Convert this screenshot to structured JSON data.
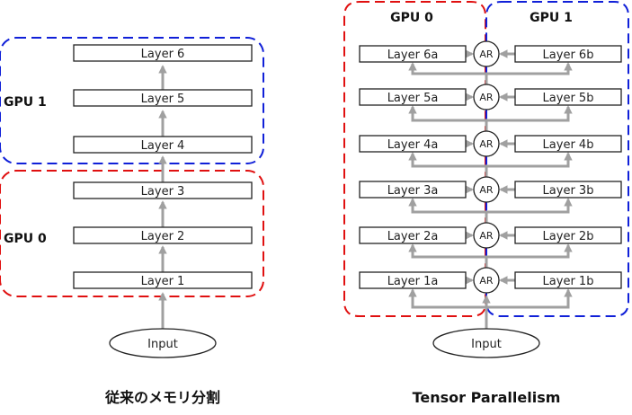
{
  "pipeline": {
    "layers": [
      "Layer 1",
      "Layer 2",
      "Layer 3",
      "Layer 4",
      "Layer 5",
      "Layer 6"
    ],
    "gpu_top": "GPU 1",
    "gpu_bottom": "GPU 0",
    "input": "Input",
    "caption": "従来のメモリ分割"
  },
  "tensor": {
    "left_layers": [
      "Layer 1a",
      "Layer 2a",
      "Layer 3a",
      "Layer 4a",
      "Layer 5a",
      "Layer 6a"
    ],
    "right_layers": [
      "Layer 1b",
      "Layer 2b",
      "Layer 3b",
      "Layer 4b",
      "Layer 5b",
      "Layer 6b"
    ],
    "ar_label": "AR",
    "gpu_left": "GPU 0",
    "gpu_right": "GPU 1",
    "input": "Input",
    "caption": "Tensor Parallelism"
  },
  "colors": {
    "gpu0": "#e01010",
    "gpu1": "#1020d8",
    "arrow": "#a0a0a0"
  }
}
